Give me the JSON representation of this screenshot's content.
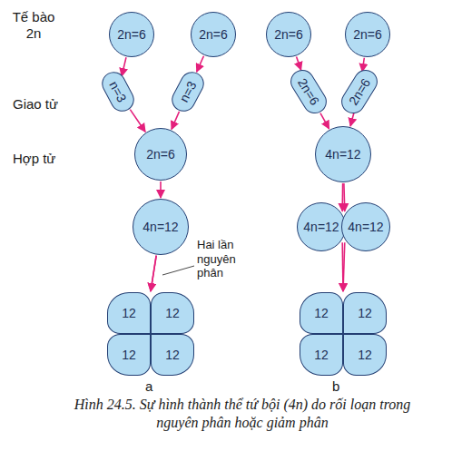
{
  "diagram": {
    "caption": "Hình 24.5. Sự hình thành thể tứ bội (4n) do rối loạn trong nguyên phân hoặc giảm phân",
    "nodes": [
      {
        "text": [
          "2n=6"
        ]
      },
      {
        "text": [
          "2n=6"
        ]
      },
      {
        "text": [
          "n=3"
        ]
      },
      {
        "text": [
          "n=3"
        ]
      },
      {
        "text": [
          "2n=6"
        ]
      },
      {
        "text": [
          "4n=12"
        ]
      },
      {
        "text": [
          "12"
        ]
      },
      {
        "text": [
          "12"
        ]
      },
      {
        "text": [
          "12"
        ]
      },
      {
        "text": [
          "12"
        ]
      },
      {
        "text": [
          "2n=6"
        ]
      },
      {
        "text": [
          "2n=6"
        ]
      },
      {
        "text": [
          "2n=6"
        ]
      },
      {
        "text": [
          "2n=6"
        ]
      },
      {
        "text": [
          "4n=12"
        ]
      },
      {
        "text": [
          "4n=12"
        ]
      },
      {
        "text": [
          "4n=12"
        ]
      },
      {
        "text": [
          "12"
        ]
      },
      {
        "text": [
          "12"
        ]
      },
      {
        "text": [
          "12"
        ]
      },
      {
        "text": [
          "12"
        ]
      }
    ],
    "edges": [
      {
        "from": 0,
        "to": 2,
        "arrow": "to"
      },
      {
        "from": 1,
        "to": 3,
        "arrow": "to"
      },
      {
        "from": 2,
        "to": 4,
        "arrow": "to"
      },
      {
        "from": 3,
        "to": 4,
        "arrow": "to"
      },
      {
        "from": 4,
        "to": 5,
        "arrow": "to"
      },
      {
        "from": 5,
        "to": 6,
        "arrow": "to"
      },
      {
        "from": 5,
        "to": 7,
        "arrow": "to"
      },
      {
        "from": 10,
        "to": 12,
        "arrow": "to"
      },
      {
        "from": 11,
        "to": 13,
        "arrow": "to"
      },
      {
        "from": 12,
        "to": 14,
        "arrow": "to"
      },
      {
        "from": 13,
        "to": 14,
        "arrow": "to"
      },
      {
        "from": 14,
        "to": 15,
        "arrow": "to"
      },
      {
        "from": 14,
        "to": 16,
        "arrow": "to"
      },
      {
        "from": 15,
        "to": 17,
        "arrow": "to"
      },
      {
        "from": 16,
        "to": 18,
        "arrow": "to"
      }
    ],
    "labels": [
      "Tế bào 2n",
      "Giao tử",
      "Hợp tử",
      "Hai lần nguyên phân",
      "a",
      "b"
    ]
  }
}
